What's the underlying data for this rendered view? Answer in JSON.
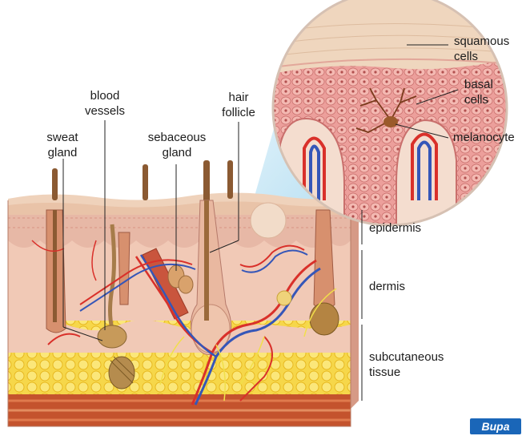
{
  "labels": {
    "squamous_cells_1": "squamous",
    "squamous_cells_2": "cells",
    "basal_cells_1": "basal",
    "basal_cells_2": "cells",
    "melanocyte": "melanocyte",
    "blood_vessels_1": "blood",
    "blood_vessels_2": "vessels",
    "hair_follicle_1": "hair",
    "hair_follicle_2": "follicle",
    "sweat_gland_1": "sweat",
    "sweat_gland_2": "gland",
    "sebaceous_gland_1": "sebaceous",
    "sebaceous_gland_2": "gland",
    "epidermis": "epidermis",
    "dermis": "dermis",
    "subcutaneous_1": "subcutaneous",
    "subcutaneous_2": "tissue"
  },
  "watermark": "Bupa",
  "colors": {
    "epidermis_top": "#e8c7a8",
    "dermis": "#f1c8b4",
    "fat": "#f4d02a",
    "muscle": "#c2512c",
    "artery": "#d9302a",
    "vein": "#3556b8",
    "hair": "#9b6a3b",
    "zoom_cone": "#bfe3f4"
  }
}
